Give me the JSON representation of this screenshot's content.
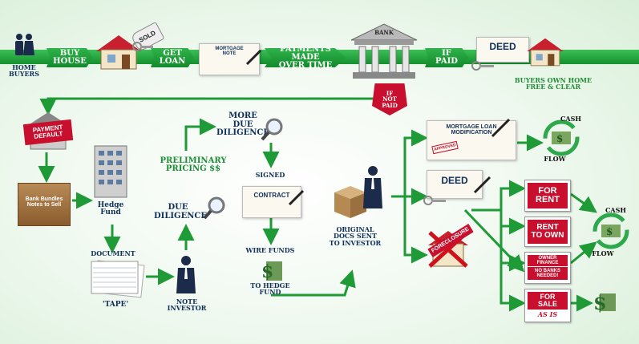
{
  "top_row": {
    "home_buyers": "HOME\nBUYERS",
    "buy_house": "BUY\nHOUSE",
    "sold_tag": "SOLD",
    "get_loan": "GET\nLOAN",
    "mortgage_note": "MORTGAGE\nNOTE",
    "payments_made": "PAYMENTS MADE\nOVER TIME",
    "bank": "BANK",
    "if_paid": "IF\nPAID",
    "deed": "DEED",
    "buyers_own_home": "BUYERS OWN HOME\nFREE & CLEAR",
    "if_not_paid": "IF\nNOT\nPAID"
  },
  "left_column": {
    "payment_default": "PAYMENT\nDEFAULT",
    "bank_bundles": "Bank Bundles\nNotes to Sell",
    "hedge_fund": "Hedge\nFund",
    "document": "DOCUMENT",
    "tape": "'TAPE'"
  },
  "middle": {
    "note_investor": "NOTE\nINVESTOR",
    "due_diligence": "DUE\nDILIGENCE",
    "preliminary_pricing": "PRELIMINARY\nPRICING $$",
    "more_due_diligence": "MORE\nDUE\nDILIGENCE",
    "signed": "SIGNED",
    "contract": "CONTRACT",
    "wire_funds": "WIRE FUNDS",
    "to_hedge_fund": "TO HEDGE\nFUND",
    "original_docs": "ORIGINAL\nDOCS SENT\nTO INVESTOR"
  },
  "right": {
    "loan_mod": "MORTGAGE LOAN\nMODIFICATION",
    "approved_stamp": "APPROVED",
    "deed": "DEED",
    "foreclosure": "FORECLOSURE",
    "cash_flow_top": [
      "CASH",
      "FLOW"
    ],
    "cash_flow_mid": [
      "CASH",
      "FLOW"
    ],
    "for_rent": "FOR\nRENT",
    "rent_to_own": "RENT\nTO OWN",
    "owner_finance": "OWNER\nFINANCE",
    "no_banks": "NO BANKS\nNEEDED!",
    "for_sale": "FOR\nSALE",
    "as_is": "AS IS"
  },
  "colors": {
    "arrow_green": "#1e9a36",
    "label_navy": "#0f2f5a",
    "sign_red": "#c8102e"
  }
}
